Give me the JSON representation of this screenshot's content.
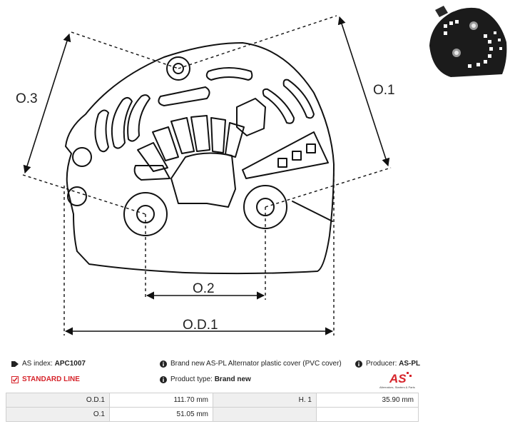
{
  "drawing": {
    "labels": {
      "o1": "O.1",
      "o2": "O.2",
      "o3": "O.3",
      "od1": "O.D.1"
    }
  },
  "photo": {
    "alt": "Product photo"
  },
  "info": {
    "as_index_label": "AS index:",
    "as_index_value": "APC1007",
    "line": "STANDARD LINE",
    "description": "Brand new AS-PL Alternator plastic cover (PVC cover)",
    "product_type_label": "Product type:",
    "product_type_value": "Brand new",
    "producer_label": "Producer:",
    "producer_value": "AS-PL",
    "logo_text": "AS",
    "logo_tagline": "Alternators, Starters & Parts"
  },
  "specs": [
    {
      "label": "O.D.1",
      "value": "111.70 mm",
      "label2": "H. 1",
      "value2": "35.90 mm"
    },
    {
      "label": "O.1",
      "value": "51.05 mm",
      "label2": "",
      "value2": ""
    }
  ],
  "colors": {
    "accent": "#d6242b",
    "line": "#111111"
  }
}
